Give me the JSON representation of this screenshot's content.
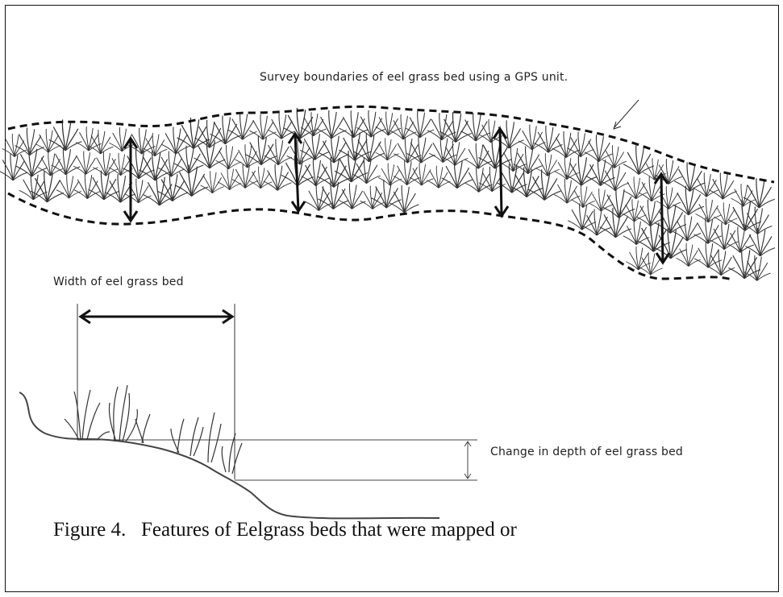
{
  "diagram": {
    "survey_label": "Survey boundaries of eel grass bed using a GPS unit.",
    "width_label": "Width of eel grass bed",
    "depth_label": "Change in depth of eel grass bed",
    "caption": "Figure 4.   Features of Eelgrass beds that were mapped or"
  },
  "colors": {
    "line": "#111111",
    "grass": "#333333",
    "background": "#ffffff"
  }
}
